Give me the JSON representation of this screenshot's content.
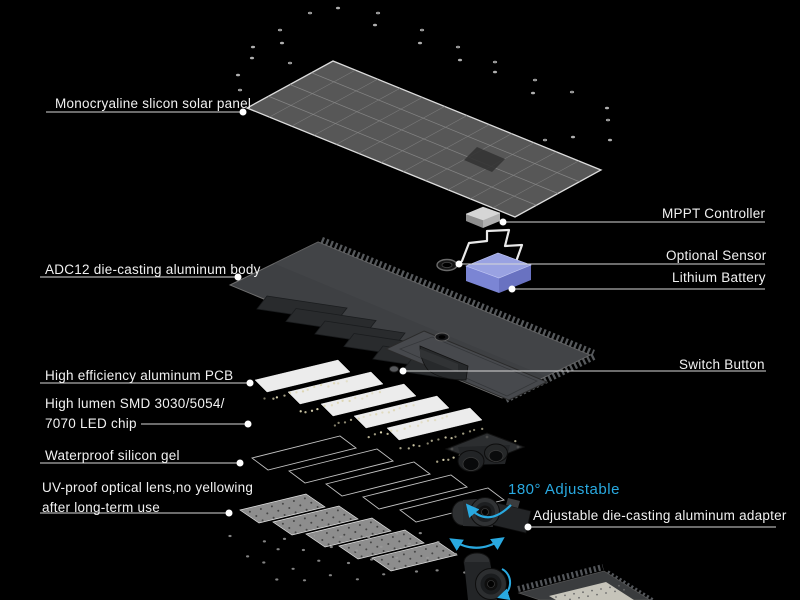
{
  "diagram": {
    "background": "#000000",
    "accent_color": "#29a9e0",
    "battery_color_top": "#99a2e2",
    "battery_color_front": "#7b85d4",
    "battery_color_side": "#6972c1",
    "leader_color": "#d8d8d8",
    "labels": {
      "solar_panel": "Monocryaline slicon solar panel",
      "mppt": "MPPT Controller",
      "sensor": "Optional Sensor",
      "body": "ADC12 die-casting aluminum body",
      "battery": "Lithium Battery",
      "pcb": "High efficiency aluminum PCB",
      "switch": "Switch Button",
      "led_line1": "High lumen SMD 3030/5054/",
      "led_line2": "7070 LED chip",
      "gel": "Waterproof silicon gel",
      "lens_line1": "UV-proof optical lens,no yellowing",
      "lens_line2": "after long-term use",
      "adjustable": "180° Adjustable",
      "adapter": "Adjustable die-casting aluminum adapter"
    },
    "icons": {
      "rotation_arrow": "curved-rotation-arrow",
      "leader_dot": "white-dot"
    }
  }
}
